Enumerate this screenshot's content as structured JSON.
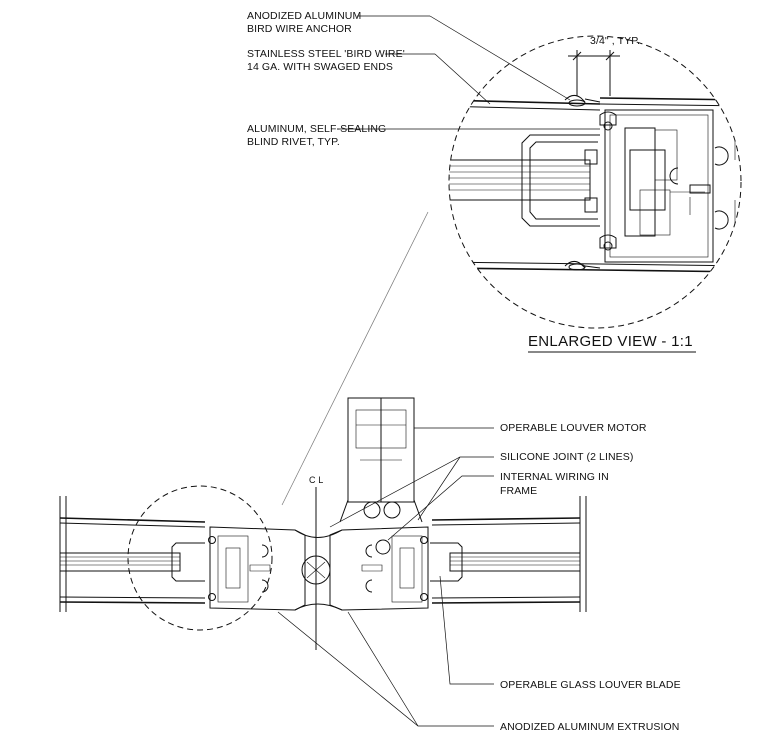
{
  "callouts": {
    "bird_wire_anchor": [
      "ANODIZED ALUMINUM",
      "BIRD WIRE ANCHOR"
    ],
    "bird_wire": [
      "STAINLESS STEEL 'BIRD WIRE'",
      "14 GA. WITH SWAGED ENDS"
    ],
    "blind_rivet": [
      "ALUMINUM, SELF-SEALING",
      "BLIND RIVET, TYP."
    ],
    "dimension": "3/4\" , TYP.",
    "enlarged_view": "ENLARGED VIEW - 1:1",
    "motor": "OPERABLE LOUVER MOTOR",
    "silicone": "SILICONE JOINT (2 LINES)",
    "wiring": [
      "INTERNAL WIRING IN",
      "FRAME"
    ],
    "glass_blade": "OPERABLE GLASS LOUVER BLADE",
    "extrusion": "ANODIZED ALUMINUM EXTRUSION",
    "centerline": "C L"
  }
}
